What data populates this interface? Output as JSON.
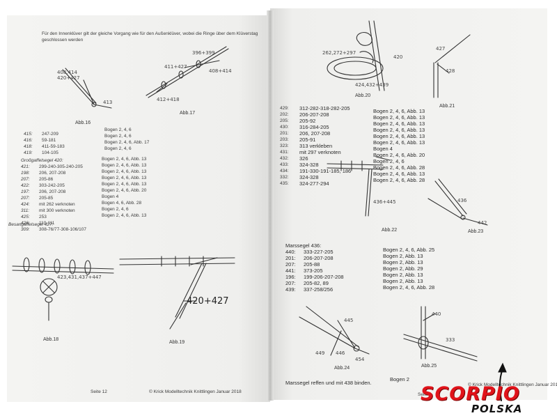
{
  "left_page": {
    "intro": "Für den Innenklüver gilt der gleiche Vorgang wie für den Außenklüver, wobei die Ringe über dem Klüverstag",
    "intro_2": "geschlossen werden",
    "fig16": {
      "label_a": "408,414",
      "label_b": "420+427",
      "label_c": "413",
      "caption": "Abb.16"
    },
    "fig17": {
      "label_a": "396+399",
      "label_b": "411+427",
      "label_c": "408+414",
      "label_d": "412+418",
      "caption": "Abb.17"
    },
    "table1": [
      {
        "num": "415:",
        "parts": "247-209",
        "bogen": "Bogen 2, 4, 6"
      },
      {
        "num": "416:",
        "parts": "59-181",
        "bogen": "Bogen 2, 4, 6"
      },
      {
        "num": "418:",
        "parts": "411-59-183",
        "bogen": "Bogen 2, 4, 6, Abb. 17"
      },
      {
        "num": "419:",
        "parts": "104-105",
        "bogen": "Bogen 2, 4, 6"
      }
    ],
    "section_gross": "Großgaffelsegel 420:",
    "table2": [
      {
        "num": "421:",
        "parts": "299-240-305-240-205",
        "bogen": "Bogen 2, 4, 6, Abb. 13"
      },
      {
        "num": "198:",
        "parts": "206, 207-208",
        "bogen": "Bogen 2, 4, 6, Abb. 13"
      },
      {
        "num": "207:",
        "parts": "205-86",
        "bogen": "Bogen 2, 4, 6, Abb. 13"
      },
      {
        "num": "422:",
        "parts": "303-242-205",
        "bogen": "Bogen 2, 4, 6, Abb. 13"
      },
      {
        "num": "197:",
        "parts": "206, 207-208",
        "bogen": "Bogen 2, 4, 6, Abb. 13"
      },
      {
        "num": "207:",
        "parts": "205-85",
        "bogen": "Bogen 2, 4, 6, Abb. 20"
      },
      {
        "num": "424:",
        "parts": "mit 262 verknoten",
        "bogen": "Bogen 4"
      },
      {
        "num": "311:",
        "parts": "mit 300 verknoten",
        "bogen": "Bogen 4, 6, Abb. 28"
      },
      {
        "num": "425:",
        "parts": "253",
        "bogen": "Bogen 2, 4, 6"
      },
      {
        "num": "426:",
        "parts": "110-111",
        "bogen": "Bogen 2, 4, 6, Abb. 13"
      },
      {
        "num": "309:",
        "parts": "308-76/77-308-106/107",
        "bogen": ""
      }
    ],
    "section_besan": "Besangaffelsegel 427:",
    "fig18": {
      "label": "423,431,437+447",
      "caption": "Abb.18"
    },
    "fig19": {
      "label": "420+427",
      "caption": "Abb.19"
    },
    "footer_page": "Seite 12",
    "footer_copy": "© Krick Modelltechnik Knittlingen Januar 2018"
  },
  "right_page": {
    "fig20": {
      "label_a": "262,272+297",
      "label_b": "420",
      "label_c": "424,432+439",
      "caption": "Abb.20"
    },
    "fig21": {
      "label_a": "427",
      "label_b": "428",
      "caption": "Abb.21"
    },
    "table3": [
      {
        "num": "429:",
        "parts": "312-282-318-282-205",
        "bogen": "Bogen 2, 4, 6, Abb. 13"
      },
      {
        "num": "202:",
        "parts": "206-207-208",
        "bogen": "Bogen 2, 4, 6, Abb. 13"
      },
      {
        "num": "205:",
        "parts": "205-92",
        "bogen": "Bogen 2, 4, 6, Abb. 13"
      },
      {
        "num": "430:",
        "parts": "316-284-205",
        "bogen": "Bogen 2, 4, 6, Abb. 13"
      },
      {
        "num": "201:",
        "parts": "206, 207-208",
        "bogen": "Bogen 2, 4, 6, Abb. 13"
      },
      {
        "num": "203:",
        "parts": "205-91",
        "bogen": "Bogen 2, 4, 6, Abb. 13"
      },
      {
        "num": "323:",
        "parts": "313 verkleben",
        "bogen": "Bogen 4"
      },
      {
        "num": "431:",
        "parts": "mit 297 verknoten",
        "bogen": "Bogen 2, 4, 6, Abb. 20"
      },
      {
        "num": "432:",
        "parts": "326",
        "bogen": "Bogen 2, 4, 6"
      },
      {
        "num": "433:",
        "parts": "324-328",
        "bogen": "Bogen 2, 4, 6, Abb. 28"
      },
      {
        "num": "434:",
        "parts": "191-330-191-185, 186",
        "bogen": "Bogen 2, 4, 6, Abb. 13"
      },
      {
        "num": "332:",
        "parts": "324-328",
        "bogen": "Bogen 2, 4, 6, Abb. 28"
      },
      {
        "num": "435:",
        "parts": "324-277-294",
        "bogen": ""
      }
    ],
    "fig22": {
      "label": "436+445",
      "caption": "Abb.22"
    },
    "fig23": {
      "label_a": "436",
      "label_b": "442",
      "caption": "Abb.23"
    },
    "section_mars": "Marssegel 436:",
    "table4": [
      {
        "num": "440:",
        "parts": "333-227-205",
        "bogen": "Bogen 2, 4, 6, Abb. 25"
      },
      {
        "num": "201:",
        "parts": "206-207-208",
        "bogen": "Bogen 2, Abb. 13"
      },
      {
        "num": "207:",
        "parts": "205-88",
        "bogen": "Bogen 2, Abb. 13"
      },
      {
        "num": "441:",
        "parts": "373-205",
        "bogen": "Bogen 2, Abb. 29"
      },
      {
        "num": "196:",
        "parts": "199-206-207-208",
        "bogen": "Bogen 2, Abb. 13"
      },
      {
        "num": "207:",
        "parts": "205-82, 89",
        "bogen": "Bogen 2, Abb. 13"
      },
      {
        "num": "439:",
        "parts": "337-258/256",
        "bogen": "Bogen 2, 4, 6, Abb. 28"
      }
    ],
    "fig24": {
      "label_a": "445",
      "label_b": "449",
      "label_c": "446",
      "label_d": "454",
      "caption": "Abb.24"
    },
    "fig25": {
      "label_a": "440",
      "label_b": "333",
      "caption": "Abb.25"
    },
    "footer_text": "Marssegel reffen und mit 438 binden.",
    "footer_bogen": "Bogen 2",
    "footer_page": "Seite",
    "footer_copy": "© Krick Modelltechnik Knittlingen Januar 2018"
  },
  "watermark": {
    "brand": "SCORPIO",
    "sub": "POLSKA",
    "brand_color": "#e0131a"
  }
}
